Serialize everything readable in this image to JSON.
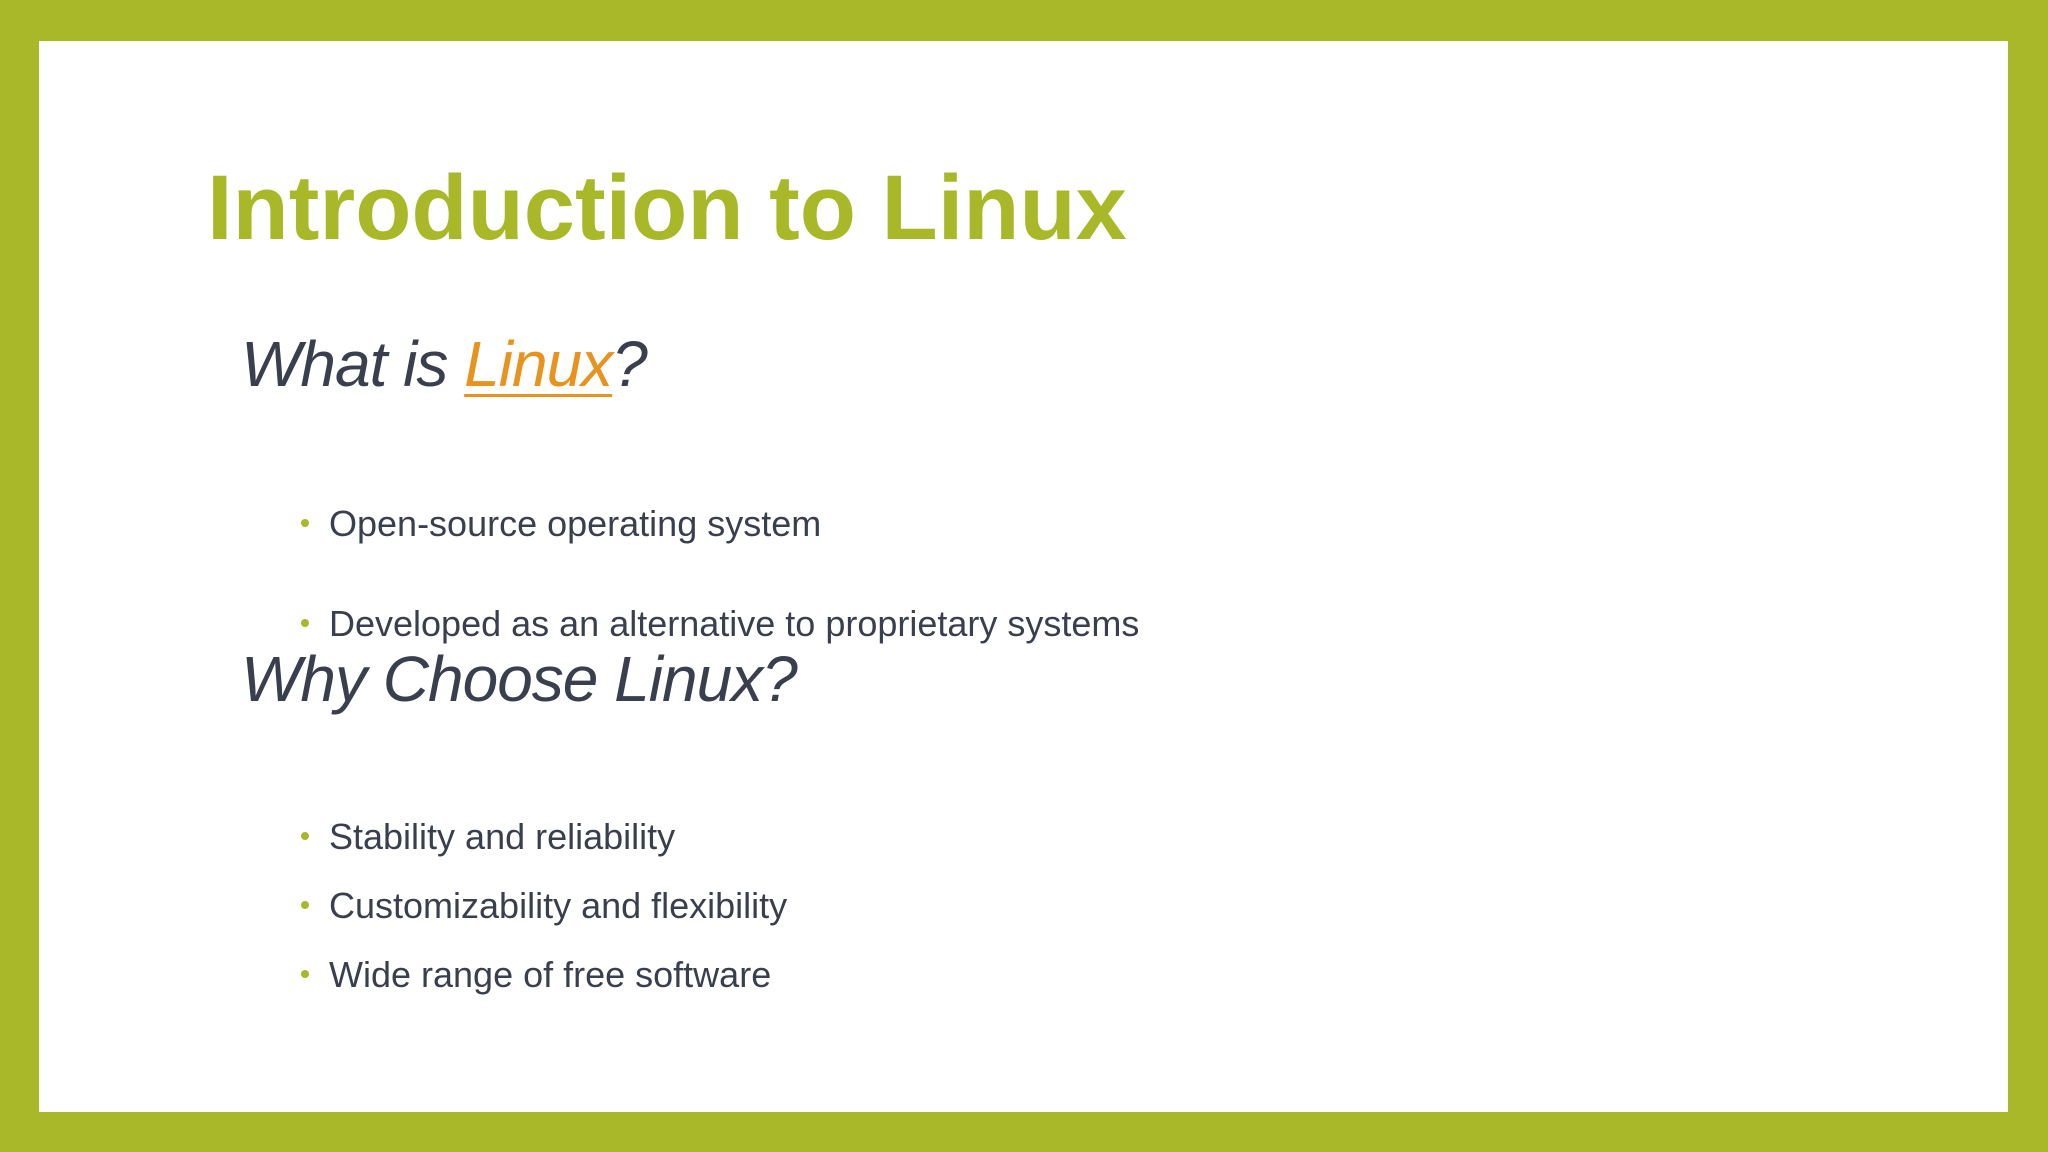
{
  "slide": {
    "title": "Introduction to Linux",
    "section1": {
      "heading_prefix": "What is ",
      "heading_link": "Linux",
      "heading_suffix": "?",
      "bullets": [
        "Open-source operating system",
        "Developed as an alternative to proprietary systems"
      ]
    },
    "section2": {
      "heading": "Why Choose Linux?",
      "bullets": [
        "Stability and reliability",
        "Customizability and flexibility",
        "Wide range of free software"
      ]
    }
  },
  "colors": {
    "accent": "#a8b828",
    "link": "#e8931e",
    "text": "#3a3f4e",
    "background": "#ffffff"
  }
}
